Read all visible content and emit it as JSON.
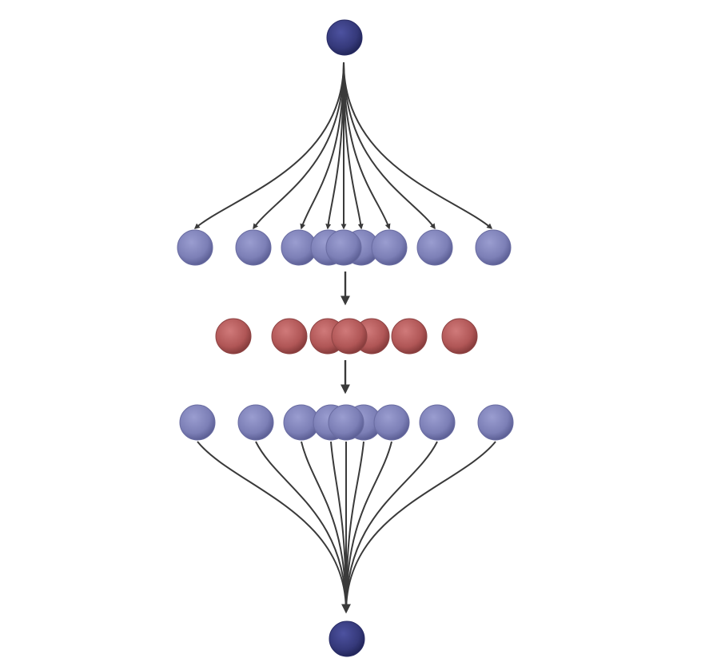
{
  "diagram": {
    "type": "fan-out-fan-in",
    "colors": {
      "endpoint": "#35397a",
      "blue_node": "#7c7fb6",
      "red_node": "#b05656",
      "edge": "#3a3a3a",
      "background": "#ffffff"
    },
    "nodes": {
      "top": {
        "role": "source"
      },
      "upper_row": {
        "count": 9,
        "color": "blue"
      },
      "middle_row": {
        "count": 7,
        "color": "red"
      },
      "lower_row": {
        "count": 9,
        "color": "blue"
      },
      "bottom": {
        "role": "sink"
      }
    },
    "edges": {
      "top_to_upper_row": "arrow-to-each",
      "upper_row_to_middle_row": "single-arrow",
      "middle_row_to_lower_row": "single-arrow",
      "lower_row_to_bottom": "merge-to-arrow"
    }
  }
}
